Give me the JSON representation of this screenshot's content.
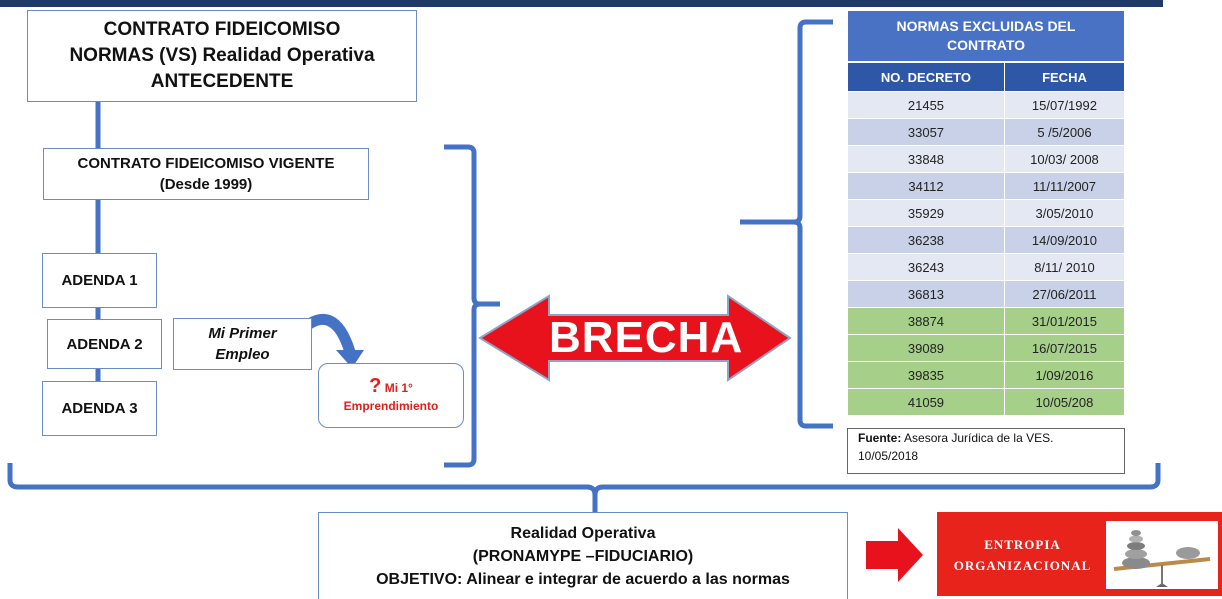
{
  "header": {
    "title_line1": "CONTRATO FIDEICOMISO",
    "title_line2": "NORMAS  (VS) Realidad Operativa",
    "title_line3": "ANTECEDENTE"
  },
  "contract": {
    "line1": "CONTRATO FIDEICOMISO  VIGENTE",
    "line2": "(Desde 1999)"
  },
  "addenda": [
    {
      "label": "ADENDA 1"
    },
    {
      "label": "ADENDA 2"
    },
    {
      "label": "ADENDA 3"
    }
  ],
  "mi_primer_empleo": {
    "line1": "Mi Primer",
    "line2": "Empleo"
  },
  "mi_emprendimiento": {
    "mark": "?",
    "line1": "Mi 1°",
    "line2": "Emprendimiento"
  },
  "brecha": {
    "label": "BRECHA"
  },
  "norms": {
    "title_line1": "NORMAS EXCLUIDAS DEL",
    "title_line2": "CONTRATO",
    "columns": [
      "NO. DECRETO",
      "FECHA"
    ],
    "rows": [
      {
        "decreto": "21455",
        "fecha": "15/07/1992"
      },
      {
        "decreto": "33057",
        "fecha": "5 /5/2006"
      },
      {
        "decreto": "33848",
        "fecha": "10/03/ 2008"
      },
      {
        "decreto": "34112",
        "fecha": "11/11/2007"
      },
      {
        "decreto": "35929",
        "fecha": "3/05/2010"
      },
      {
        "decreto": "36238",
        "fecha": "14/09/2010"
      },
      {
        "decreto": "36243",
        "fecha": "8/11/ 2010"
      },
      {
        "decreto": "36813",
        "fecha": "27/06/2011"
      },
      {
        "decreto": "38874",
        "fecha": "31/01/2015"
      },
      {
        "decreto": "39089",
        "fecha": "16/07/2015"
      },
      {
        "decreto": "39835",
        "fecha": "1/09/2016"
      },
      {
        "decreto": "41059",
        "fecha": "10/05/208"
      }
    ],
    "source_label": "Fuente:",
    "source_text": " Asesora Jurídica de la VES.",
    "source_date": "10/05/2018"
  },
  "realidad": {
    "line1": "Realidad Operativa",
    "line2": "(PRONAMYPE –FIDUCIARIO)",
    "line3": "OBJETIVO: Alinear  e integrar de acuerdo a las normas"
  },
  "entropia": {
    "line1": "ENTROPIA",
    "line2": "ORGANIZACIONAL"
  },
  "colors": {
    "connector": "#4472c4",
    "brecha": "#e8121c",
    "header_blue": "#4a72c4",
    "green_rows": "#a6cf8a",
    "highlight_red": "#e0201a"
  }
}
